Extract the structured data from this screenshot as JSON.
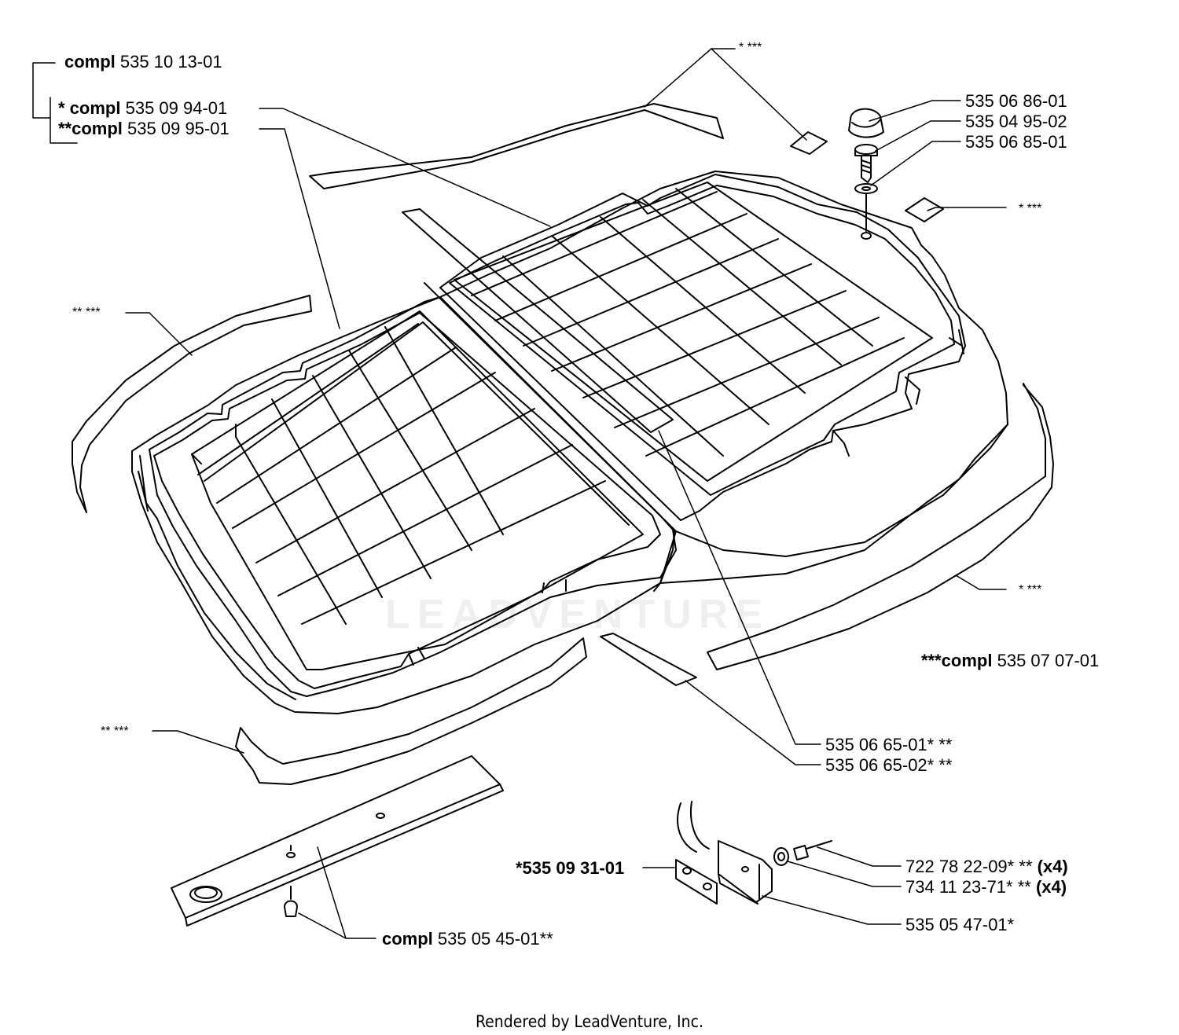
{
  "labels": {
    "compl_a": {
      "prefix": "compl",
      "num": "535 10 13-01"
    },
    "compl_b": {
      "prefix": "* compl",
      "num": "535 09 94-01"
    },
    "compl_c": {
      "prefix": "**compl",
      "num": "535 09 95-01"
    },
    "compl_d": {
      "prefix": "***compl",
      "num": "535 07 07-01"
    },
    "compl_e": {
      "prefix": "compl",
      "num": "535 05 45-01**"
    },
    "p_knob": "535 06 86-01",
    "p_screw": "535 04 95-02",
    "p_washer": "535 06 85-01",
    "p_strip1": "535 06 65-01* **",
    "p_strip2": "535 06 65-02* **",
    "p_rivet": "722 78 22-09* **",
    "p_rivet_qty": "(x4)",
    "p_washer2": "734 11 23-71* **",
    "p_washer2_qty": "(x4)",
    "p_bracket": "535 05 47-01*",
    "p_plate": "*535 09 31-01"
  },
  "stars": {
    "top_center": "* ***",
    "right_upper": "* ***",
    "left_upper": "** ***",
    "right_lower": "* ***",
    "left_lower": "** ***"
  },
  "watermark": "LEADVENTURE",
  "footer": "Rendered by LeadVenture, Inc."
}
